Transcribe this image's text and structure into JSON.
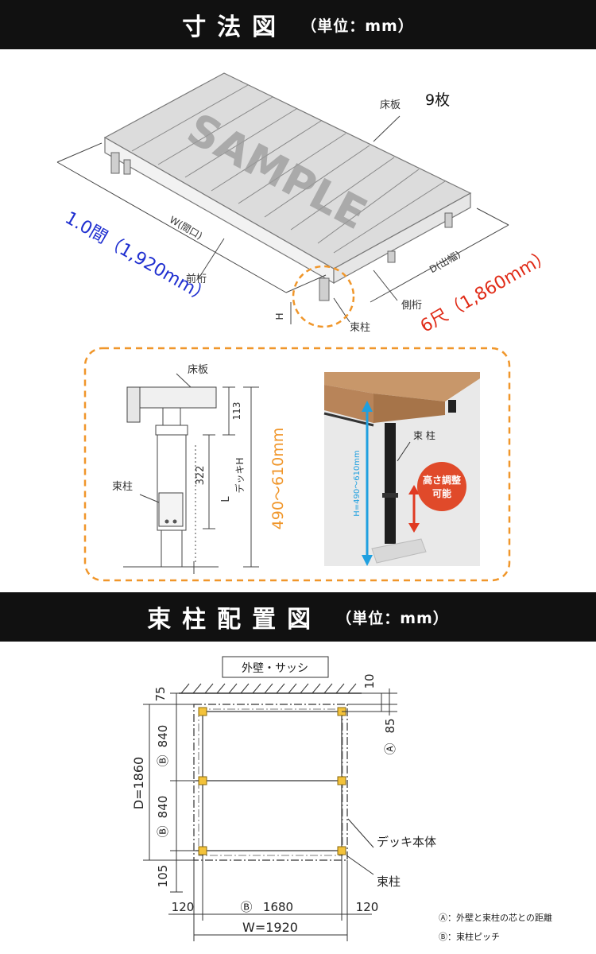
{
  "header_dims": {
    "title": "寸法図",
    "unit": "（単位：mm）"
  },
  "header_posts": {
    "title": "束柱配置図",
    "unit": "（単位：mm）"
  },
  "iso": {
    "watermark": "SAMPLE",
    "board_count": "9枚",
    "label_floorboard": "床板",
    "label_front_beam": "前桁",
    "label_side_beam": "側桁",
    "label_post": "束柱",
    "label_w": "W(間口)",
    "label_d": "D(出幅)",
    "label_h": "H",
    "width_note": "1.0間（1,920mm）",
    "depth_note": "6尺（1,860mm）"
  },
  "detail": {
    "label_floorboard": "床板",
    "label_post": "束柱",
    "dim_113": "113",
    "dim_322": "322",
    "label_l": "L",
    "label_deck_h": "デッキH",
    "range": "490～610mm",
    "photo_post": "束 柱",
    "photo_height_range": "H=490～610mm",
    "badge_line1": "高さ調整",
    "badge_line2": "可能"
  },
  "plan": {
    "wall_label": "外壁・サッシ",
    "dim_75": "75",
    "dim_10": "10",
    "dim_85": "85",
    "mark_a": "Ⓐ",
    "mark_b": "Ⓑ",
    "dim_840": "840",
    "dim_d": "D=1860",
    "dim_105": "105",
    "dim_120": "120",
    "dim_1680": "1680",
    "dim_w": "W=1920",
    "label_deck_body": "デッキ本体",
    "label_post": "束柱",
    "legend_a": "Ⓐ：外壁と束柱の芯との距離",
    "legend_b": "Ⓑ：束柱ピッチ"
  }
}
